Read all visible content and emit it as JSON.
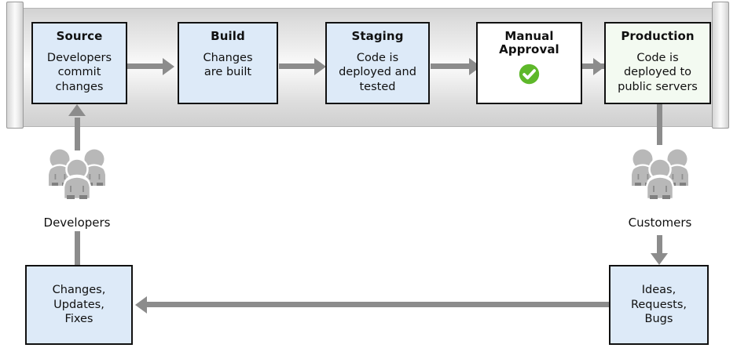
{
  "diagram": {
    "pipeline": {
      "stages": [
        {
          "id": "source",
          "title": "Source",
          "body": "Developers\ncommit\nchanges",
          "fill": "#ddeaf8"
        },
        {
          "id": "build",
          "title": "Build",
          "body": "Changes\nare built",
          "fill": "#ddeaf8"
        },
        {
          "id": "staging",
          "title": "Staging",
          "body": "Code is\ndeployed and\ntested",
          "fill": "#ddeaf8"
        },
        {
          "id": "manual-approval",
          "title": "Manual\nApproval",
          "body": "",
          "fill": "#ffffff",
          "badge": "green-check-icon"
        },
        {
          "id": "production",
          "title": "Production",
          "body": "Code is\ndeployed to\npublic servers",
          "fill": "#f3faf1"
        }
      ]
    },
    "actors": [
      {
        "id": "developers",
        "label": "Developers",
        "icon": "people-group-icon"
      },
      {
        "id": "customers",
        "label": "Customers",
        "icon": "people-group-icon"
      }
    ],
    "feedback_boxes": [
      {
        "id": "changes-updates-fixes",
        "body": "Changes,\nUpdates,\nFixes",
        "fill": "#ddeaf8"
      },
      {
        "id": "ideas-requests-bugs",
        "body": "Ideas,\nRequests,\nBugs",
        "fill": "#ddeaf8"
      }
    ],
    "colors": {
      "box_blue": "#ddeaf8",
      "box_mint": "#f3faf1",
      "box_white": "#ffffff",
      "connector_gray": "#8c8c8c",
      "check_green": "#5eb82a",
      "people_gray": "#b5b5b5",
      "people_gray_dark": "#808080",
      "border_black": "#111111"
    }
  }
}
